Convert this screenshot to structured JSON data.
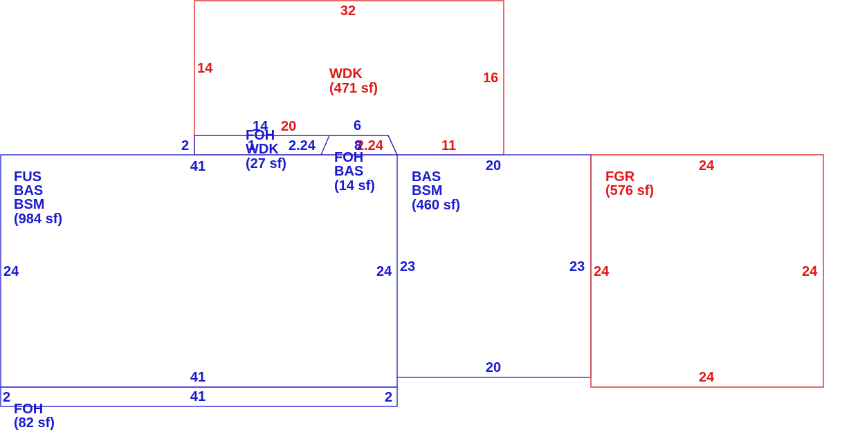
{
  "colors": {
    "blue": "#1a1ad0",
    "red": "#e01818"
  },
  "areas": {
    "wdk_main": {
      "lines": [
        "WDK",
        "(471 sf)"
      ],
      "color": "red"
    },
    "foh_wdk": {
      "lines": [
        "FOH",
        "WDK",
        "(27 sf)"
      ],
      "color": "blue"
    },
    "foh_bas": {
      "lines": [
        "FOH",
        "BAS",
        "(14 sf)"
      ],
      "color": "blue"
    },
    "fus_bas_bsm": {
      "lines": [
        "FUS",
        "BAS",
        "BSM",
        "(984 sf)"
      ],
      "color": "blue"
    },
    "bas_bsm": {
      "lines": [
        "BAS",
        "BSM",
        "(460 sf)"
      ],
      "color": "blue"
    },
    "fgr": {
      "lines": [
        "FGR",
        "(576 sf)"
      ],
      "color": "red"
    },
    "foh_bottom": {
      "lines": [
        "FOH",
        "(82 sf)"
      ],
      "color": "blue"
    }
  },
  "dimensions": {
    "wdk_top": "32",
    "wdk_left": "14",
    "wdk_right": "16",
    "wdk_inner_top_red": "20",
    "wdk_right_bottom": "11",
    "wdk_angle_red": "2.24",
    "foh_wdk_top": "14",
    "foh_wdk_side": "2",
    "foh_wdk_side_inner": "1",
    "foh_wdk_angle": "2.24",
    "foh_bas_top": "6",
    "foh_bas_side": "8",
    "fus_top": "41",
    "fus_left": "24",
    "fus_right": "24",
    "fus_bottom": "41",
    "bas_top": "20",
    "bas_left": "23",
    "bas_right": "23",
    "bas_bottom": "20",
    "fgr_top": "24",
    "fgr_left": "24",
    "fgr_right": "24",
    "fgr_bottom": "24",
    "foh_top": "41",
    "foh_left": "2",
    "foh_right": "2"
  }
}
